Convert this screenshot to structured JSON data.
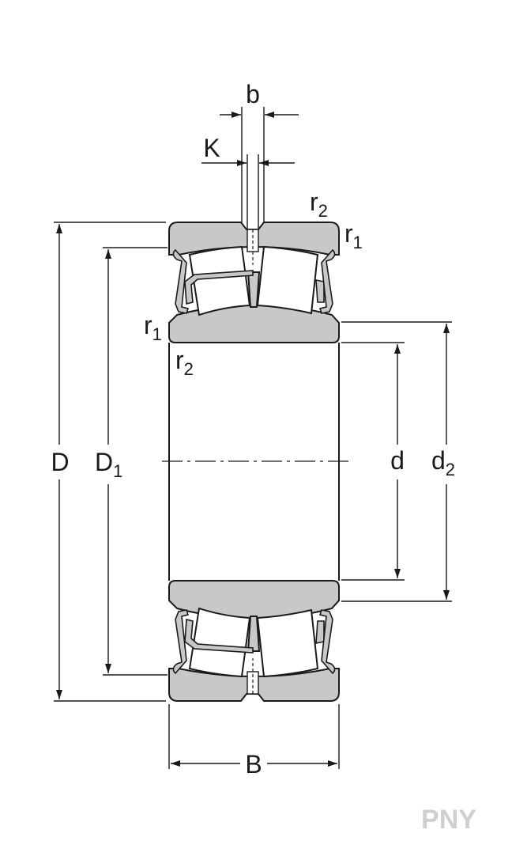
{
  "diagram": {
    "title": "Sealed spherical roller bearing dimension drawing",
    "labels": {
      "D": {
        "main": "D",
        "sub": ""
      },
      "D1": {
        "main": "D",
        "sub": "1"
      },
      "d": {
        "main": "d",
        "sub": ""
      },
      "d2": {
        "main": "d",
        "sub": "2"
      },
      "B": {
        "main": "B",
        "sub": ""
      },
      "b": {
        "main": "b",
        "sub": ""
      },
      "K": {
        "main": "K",
        "sub": ""
      },
      "r1": {
        "main": "r",
        "sub": "1"
      },
      "r2": {
        "main": "r",
        "sub": "2"
      }
    },
    "watermark": "PNY",
    "colors": {
      "section_fill": "#c8c8c8",
      "line": "#1a1a1a",
      "watermark": "#cfcfcf"
    }
  }
}
